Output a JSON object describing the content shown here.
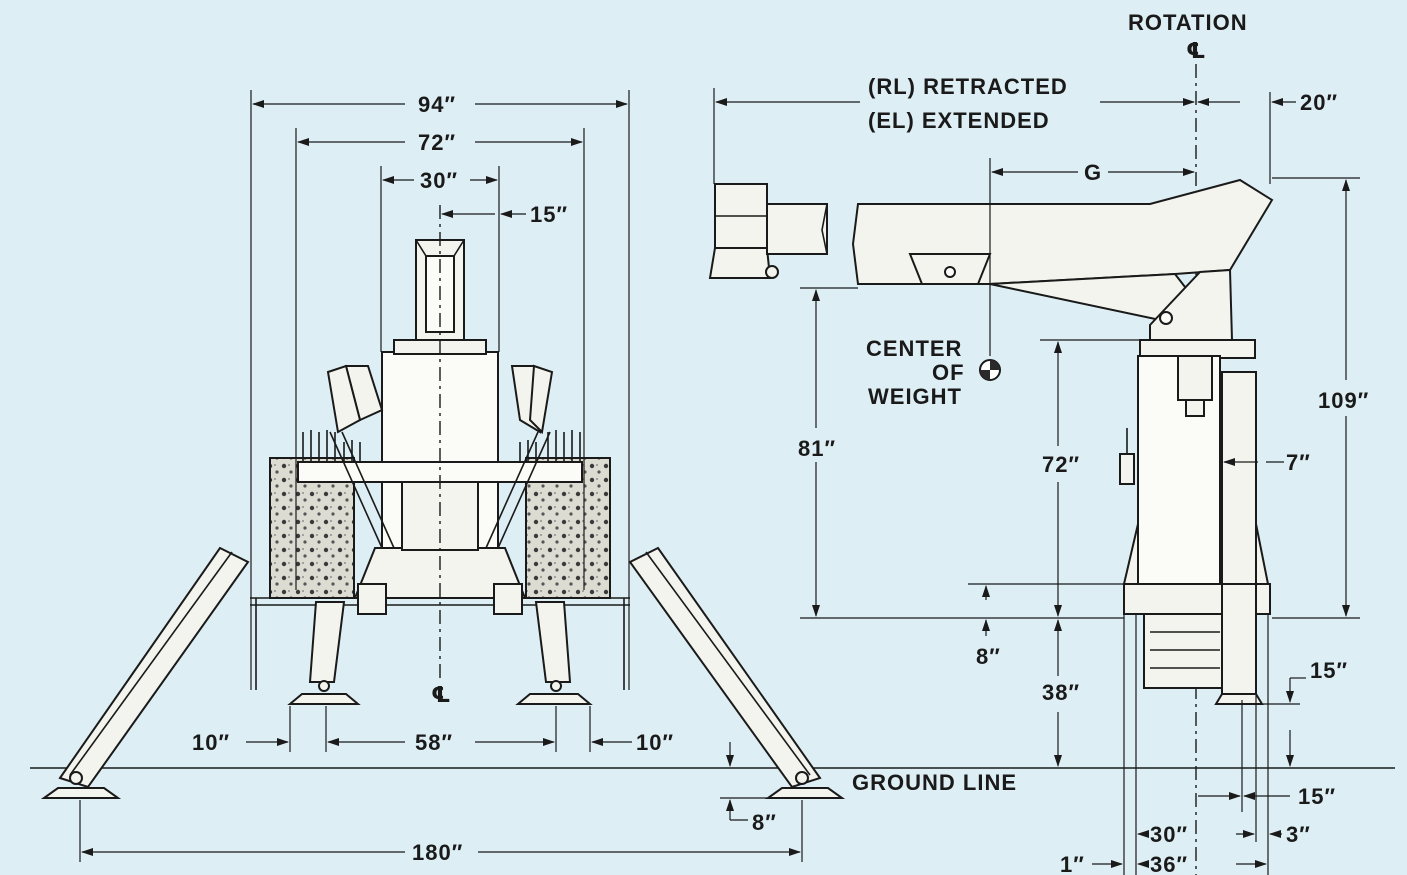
{
  "labels": {
    "rotation": "ROTATION",
    "retracted": "(RL) RETRACTED",
    "extended": "(EL) EXTENDED",
    "center": "CENTER",
    "of": "OF",
    "weight": "WEIGHT",
    "ground_line": "GROUND LINE",
    "centerline_symbol": "℄"
  },
  "front_view": {
    "d94": "94″",
    "d72": "72″",
    "d30": "30″",
    "d15": "15″",
    "d10_left": "10″",
    "d58": "58″",
    "d10_right": "10″",
    "d8": "8″",
    "d180": "180″"
  },
  "side_view": {
    "d20": "20″",
    "g": "G",
    "d109": "109″",
    "d81": "81″",
    "d72": "72″",
    "d7": "7″",
    "d8": "8″",
    "d38": "38″",
    "d15_upper": "15″",
    "d15_lower": "15″",
    "d30": "30″",
    "d3": "3″",
    "d1": "1″",
    "d36": "36″"
  }
}
